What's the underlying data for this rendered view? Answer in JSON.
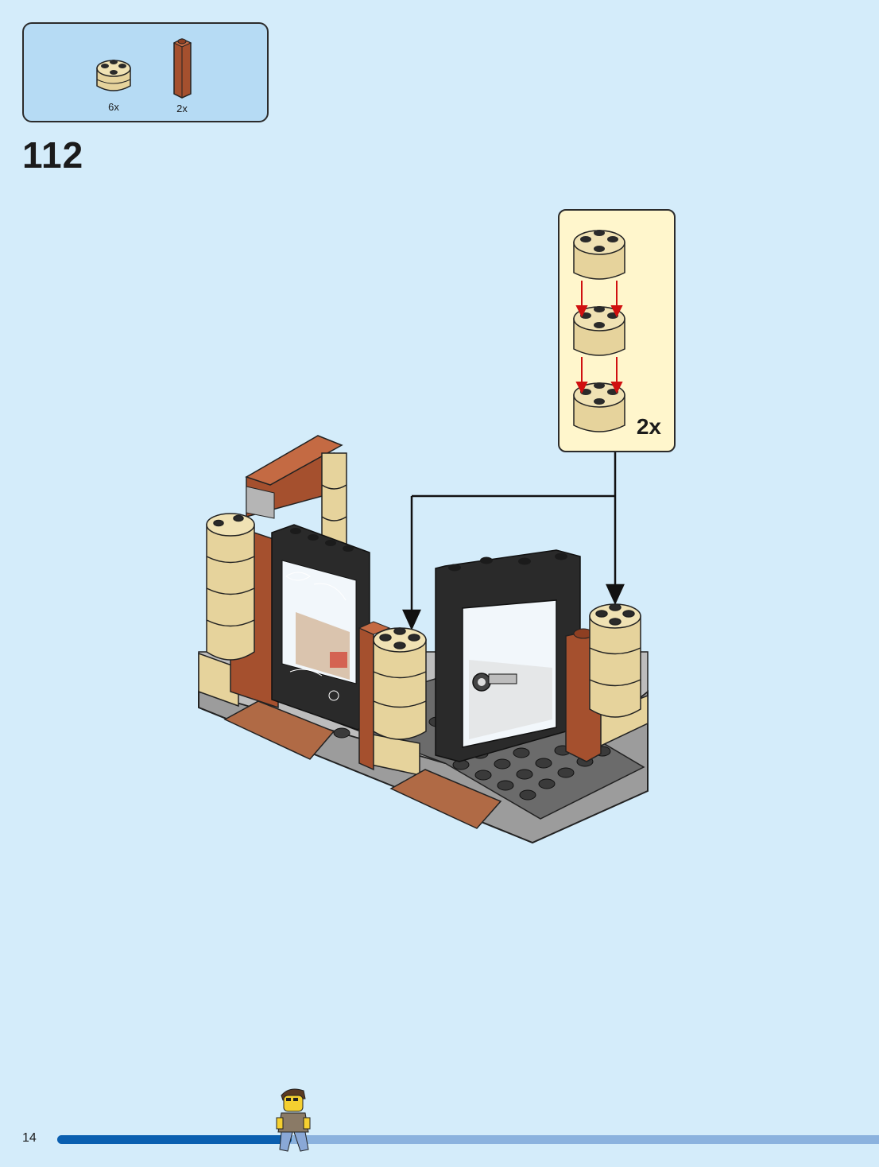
{
  "parts": [
    {
      "name": "round-brick-2x2-tan",
      "qty": "6x"
    },
    {
      "name": "brick-1x1x3-reddish-brown",
      "qty": "2x"
    }
  ],
  "step": {
    "number": "112"
  },
  "callout": {
    "multiplier": "2x"
  },
  "footer": {
    "page_number": "14",
    "progress": 0.285
  },
  "colors": {
    "background": "#d4ecfa",
    "parts_box": "#b6dbf4",
    "callout_bg": "#fff6cc",
    "tan": "#e6d39c",
    "reddish_brown": "#a5502e",
    "dark_gray": "#6b6b6b",
    "black": "#2a2a2a",
    "arrow_red": "#d01010",
    "progress_fill": "#0a5fb0",
    "progress_track": "#8bb2de"
  },
  "icons": [
    "round-brick-icon",
    "tall-brick-icon",
    "minifigure-runner-icon",
    "arrow-icon"
  ]
}
